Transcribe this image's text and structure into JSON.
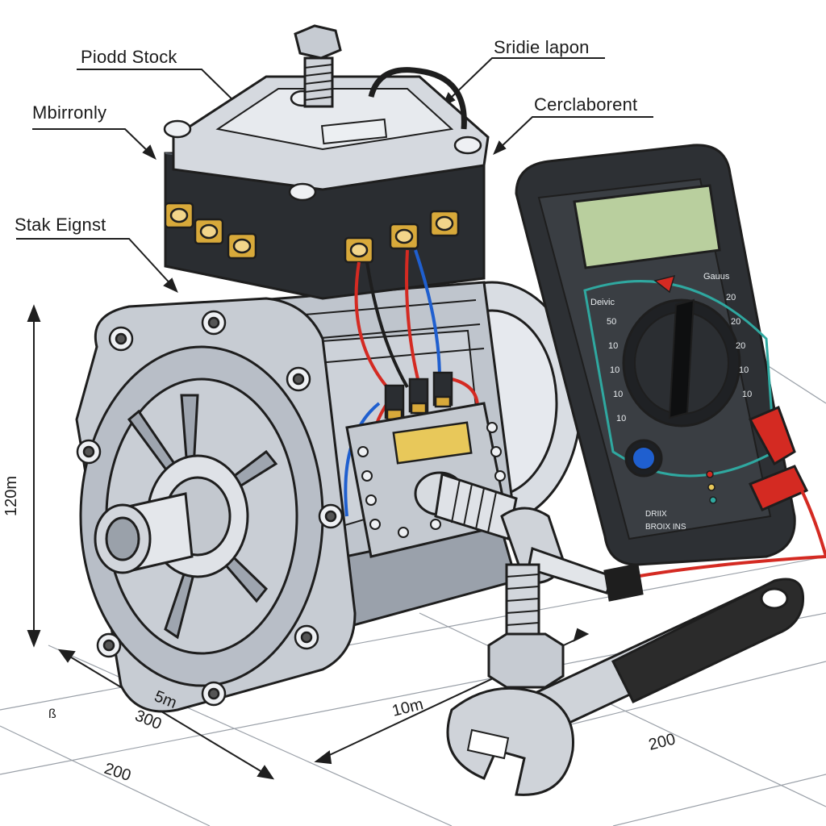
{
  "callouts": {
    "piodd_stock": "Piodd Stock",
    "mbitronly": "Mbirronly",
    "stak_eignst": "Stak Eignst",
    "sride_lapon": "Sridie lapon",
    "cerclaborent": "Cerclaborent"
  },
  "dimensions": {
    "height": "120m",
    "d1": "5m",
    "d2": "300",
    "d3": "200",
    "d4": "10m",
    "d5": "200",
    "mark": "ß"
  },
  "multimeter": {
    "left_labels": [
      "Deivic",
      "50",
      "10",
      "10",
      "10",
      "10"
    ],
    "right_labels": [
      "Gauus",
      "20",
      "20",
      "20",
      "10",
      "10"
    ],
    "bottom_rows": [
      "DRIIX",
      "BROIX INS"
    ]
  },
  "colors": {
    "line": "#1e1e1e",
    "metal": "#c9ced6",
    "metal_dark": "#8d949e",
    "housing": "#2a2d31",
    "brass": "#d8a93a",
    "red": "#d42a22",
    "blue": "#1f5fcf",
    "lcd": "#b9cf9e",
    "teal": "#2fa8a0",
    "grip": "#2b2b2b"
  }
}
